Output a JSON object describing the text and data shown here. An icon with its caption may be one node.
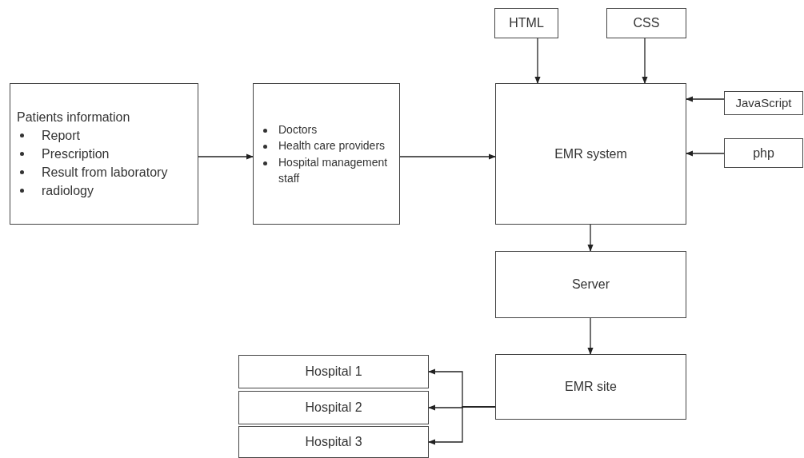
{
  "diagram": {
    "nodes": [
      {
        "text": [
          "HTML"
        ]
      },
      {
        "text": [
          "CSS"
        ]
      },
      {
        "text": [
          "Patients information",
          "Report",
          "Prescription",
          "Result from laboratory",
          "radiology"
        ]
      },
      {
        "text": [
          "Doctors",
          "Health care providers",
          "Hospital management staff"
        ]
      },
      {
        "text": [
          "EMR system"
        ]
      },
      {
        "text": [
          "JavaScript"
        ]
      },
      {
        "text": [
          "php"
        ]
      },
      {
        "text": [
          "Server"
        ]
      },
      {
        "text": [
          "Hospital 1"
        ]
      },
      {
        "text": [
          "EMR site"
        ]
      },
      {
        "text": [
          "Hospital 2"
        ]
      },
      {
        "text": [
          "Hospital 3"
        ]
      }
    ],
    "edges": [
      {
        "from": 2,
        "to": 3,
        "arrow": "to"
      },
      {
        "from": 3,
        "to": 4,
        "arrow": "to"
      },
      {
        "from": 0,
        "to": 4,
        "arrow": "to"
      },
      {
        "from": 1,
        "to": 4,
        "arrow": "to"
      },
      {
        "from": 5,
        "to": 4,
        "arrow": "to"
      },
      {
        "from": 6,
        "to": 4,
        "arrow": "to"
      },
      {
        "from": 4,
        "to": 7,
        "arrow": "to"
      },
      {
        "from": 7,
        "to": 9,
        "arrow": "to"
      },
      {
        "from": 9,
        "to": 8,
        "arrow": "to"
      },
      {
        "from": 9,
        "to": 10,
        "arrow": "to"
      },
      {
        "from": 9,
        "to": 11,
        "arrow": "to"
      }
    ]
  }
}
